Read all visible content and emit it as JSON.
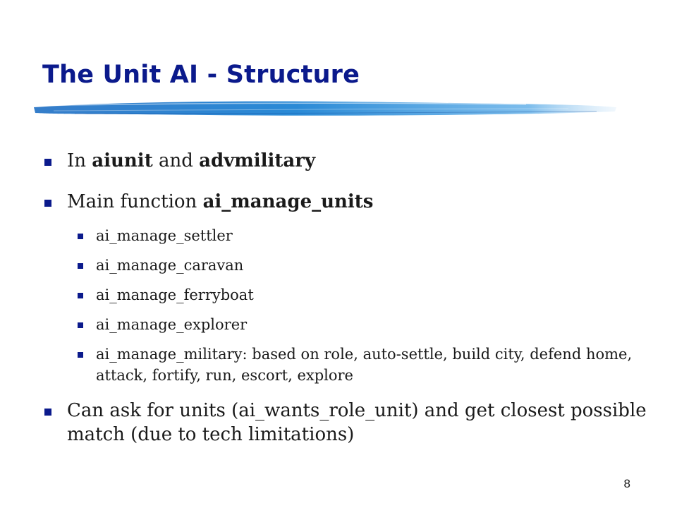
{
  "slide": {
    "title": "The Unit AI - Structure",
    "page_number": "8",
    "colors": {
      "title": "#0b1a8c",
      "bullet_marker": "#0b1a8c",
      "brush_stroke": "#2a8ad6"
    },
    "bullets": [
      {
        "prefix": "In ",
        "bold1": "aiunit",
        "middle": " and ",
        "bold2": "advmilitary"
      },
      {
        "prefix": "Main function ",
        "bold": "ai_manage_units",
        "sub_items": [
          "ai_manage_settler",
          "ai_manage_caravan",
          "ai_manage_ferryboat",
          "ai_manage_explorer",
          "ai_manage_military: based on role, auto-settle, build city, defend home, attack, fortify, run, escort, explore"
        ]
      },
      {
        "text": "Can ask for units (ai_wants_role_unit) and get closest possible match (due to tech limitations)"
      }
    ]
  }
}
